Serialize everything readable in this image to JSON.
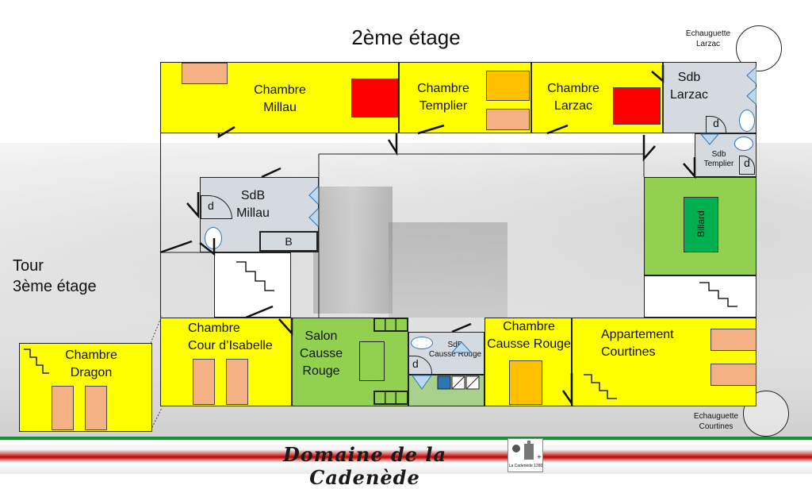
{
  "title": "2ème étage",
  "tour_label_line1": "Tour",
  "tour_label_line2": "3ème étage",
  "watchtowers": [
    {
      "line1": "Echauguette",
      "line2": "Larzac"
    },
    {
      "line1": "Echauguette",
      "line2": "Courtines"
    }
  ],
  "rooms": {
    "millau": "Chambre\nMillau",
    "templier": "Chambre\nTemplier",
    "larzac": "Chambre\nLarzac",
    "sdb_larzac": "Sdb\nLarzac",
    "sdb_templier": "Sdb\nTemplier",
    "sdb_millau": "SdB\nMillau",
    "billard": "Billard",
    "cour_isabelle": "Chambre\nCour d’Isabelle",
    "salon": "Salon\nCausse\nRouge",
    "sdb_causse": "SdB\nCausse Rouge",
    "causse_rouge": "Chambre\nCausse Rouge",
    "courtines": "Appartement\nCourtines",
    "dragon": "Chambre\nDragon"
  },
  "fixture_labels": {
    "douche": "d",
    "baignoire": "B"
  },
  "footer": {
    "brand": "Domaine de la Cadenède",
    "logo_caption": "La Cadenède 1280"
  },
  "colors": {
    "room": "#ffff00",
    "bathroom": "#d5d9e0",
    "salon": "#92d050",
    "billiard_table": "#00b050"
  }
}
